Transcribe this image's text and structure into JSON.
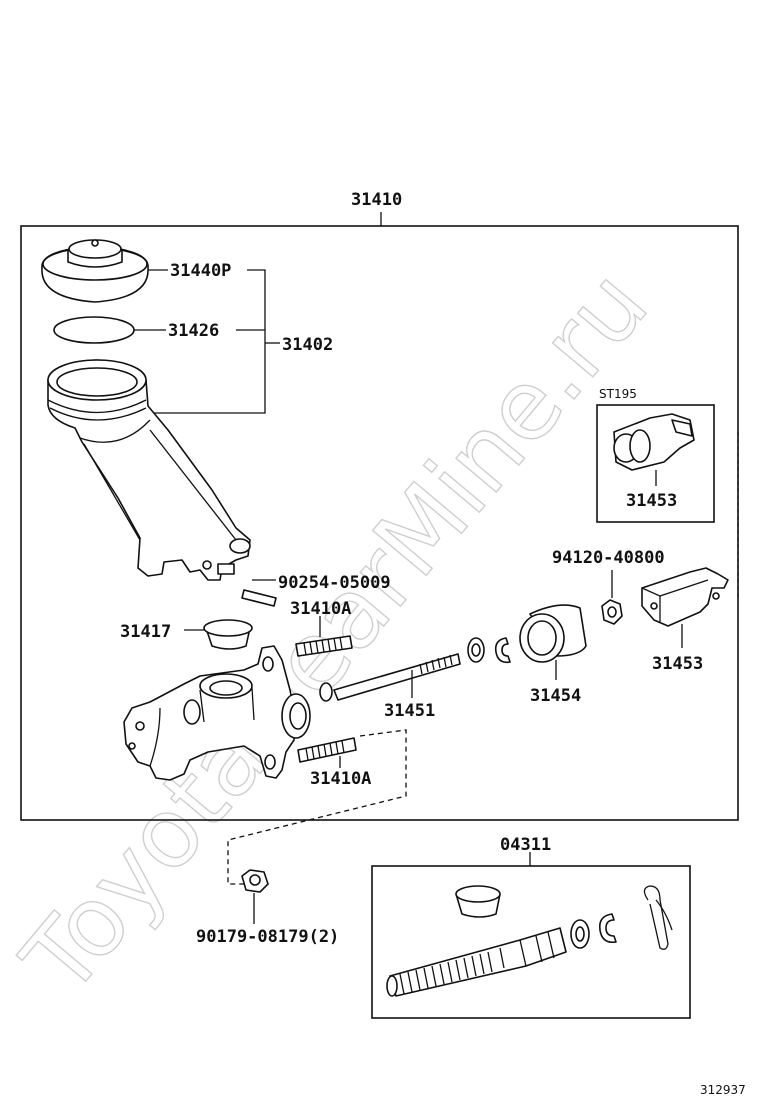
{
  "diagram": {
    "watermark": "ToyotaGearMine.ru",
    "image_number": "312937",
    "labels": {
      "assembly_main": "31410",
      "cap": "31440P",
      "gasket": "31426",
      "reservoir_set": "31402",
      "screw": "90254-05009",
      "stud_top": "31410A",
      "grommet": "31417",
      "push_rod": "31451",
      "boot": "31454",
      "nut": "94120-40800",
      "clevis_inset_code": "ST195",
      "clevis_inset": "31453",
      "clevis": "31453",
      "stud_bottom": "31410A",
      "nut_bottom": "90179-08179(2)",
      "repair_kit": "04311"
    }
  }
}
